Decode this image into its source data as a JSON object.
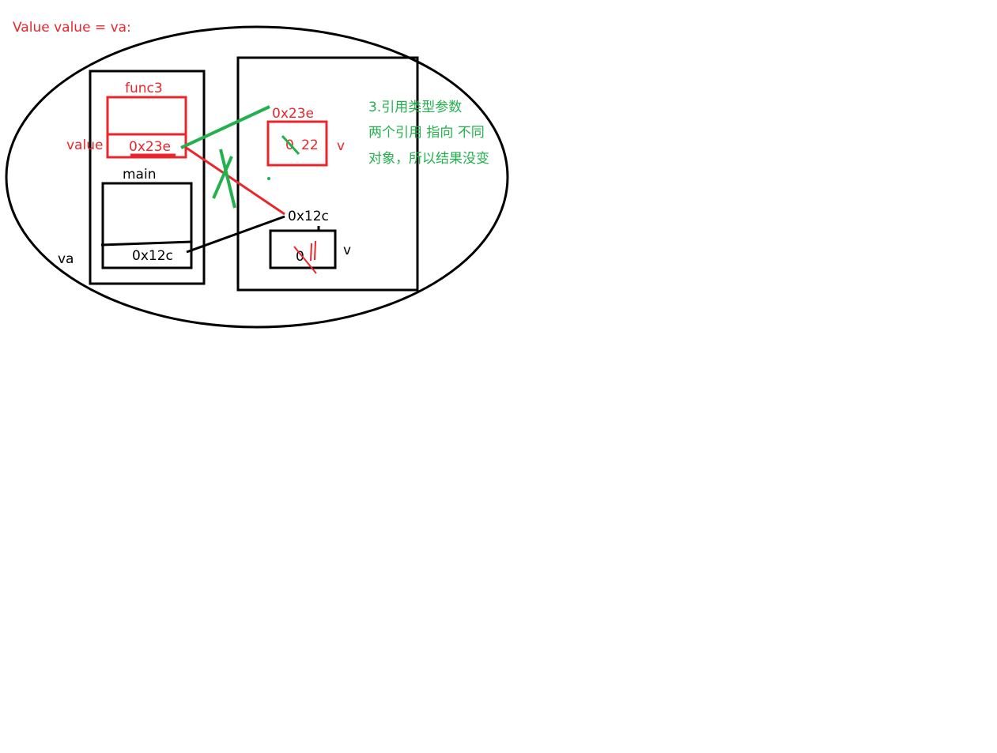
{
  "header": {
    "statement": "Value value = va:"
  },
  "heap_left": {
    "frame_func": {
      "label": "func3",
      "slot_label": "value",
      "slot_value": "0x23e"
    },
    "frame_main": {
      "label": "main",
      "slot_label": "va",
      "slot_value": "0x12c"
    }
  },
  "heap_right": {
    "object_new": {
      "address": "0x23e",
      "field_old": "0",
      "field_new": "22",
      "field_label": "v"
    },
    "object_orig": {
      "address": "0x12c",
      "field_value": "0",
      "field_label": "v"
    }
  },
  "note": {
    "lines": [
      "3.引用类型参数",
      "两个引用 指向 不同",
      "对象，所以结果没变"
    ]
  },
  "colors": {
    "red": "#e8262b",
    "green": "#22b14c",
    "black": "#000000"
  }
}
